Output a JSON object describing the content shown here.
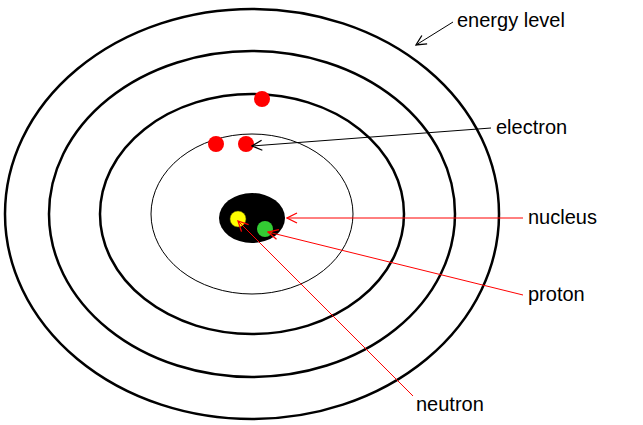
{
  "diagram": {
    "labels": [
      "energy level",
      "electron",
      "nucleus",
      "proton",
      "neutron"
    ]
  }
}
